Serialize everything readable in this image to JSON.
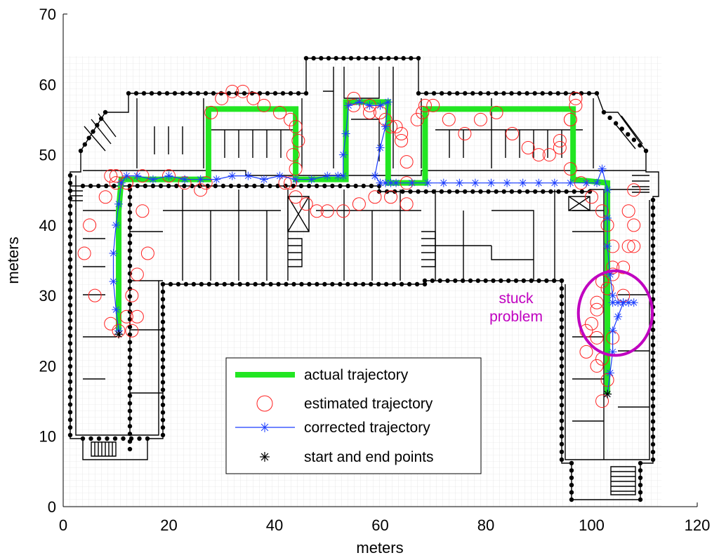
{
  "chart_data": {
    "type": "line",
    "title": "",
    "xlabel": "meters",
    "ylabel": "meters",
    "xlim": [
      0,
      120
    ],
    "ylim": [
      0,
      70
    ],
    "xticks": [
      0,
      20,
      40,
      60,
      80,
      100,
      120
    ],
    "yticks": [
      0,
      10,
      20,
      30,
      40,
      50,
      60,
      70
    ],
    "background": "building floor plan",
    "colors": {
      "actual": "#22e622",
      "estimated": "#ff2020",
      "corrected": "#1a3cff",
      "start_end": "#000000",
      "annotation": "#c000c0",
      "walls": "#000000"
    },
    "annotation": {
      "line1": "stuck",
      "line2": "problem",
      "ellipse_center": [
        104.5,
        27.5
      ],
      "ellipse_radii": [
        7,
        6
      ]
    },
    "legend": {
      "position": "bottom-center",
      "entries": [
        "actual trajectory",
        "estimated trajectory",
        "corrected trajectory",
        "start and end points"
      ]
    },
    "series": [
      {
        "name": "actual trajectory",
        "marker": "none",
        "x": [
          10.5,
          10.5,
          11,
          27.5,
          27.5,
          44,
          44,
          47,
          53.5,
          53.5,
          61.5,
          61.5,
          63,
          68.5,
          68.5,
          96.5,
          96.5,
          103,
          103,
          103
        ],
        "y": [
          25,
          42,
          46.5,
          46.5,
          56.5,
          56.5,
          46.5,
          46.5,
          46.5,
          57.5,
          57.5,
          46,
          46,
          46,
          56.5,
          56.5,
          46.5,
          46,
          30,
          16
        ]
      },
      {
        "name": "estimated trajectory",
        "marker": "circle",
        "x": [
          10.5,
          9,
          6,
          4,
          5,
          8,
          10,
          9,
          10,
          12,
          15,
          16,
          14,
          13,
          14,
          13,
          12,
          12,
          15,
          20,
          23,
          26,
          27,
          28,
          30,
          32,
          34,
          36,
          38,
          41,
          43,
          44,
          44.5,
          43.5,
          44,
          43,
          42,
          44,
          46,
          48,
          50,
          53,
          56,
          59,
          62,
          65,
          65,
          65,
          64,
          63,
          61,
          58,
          55,
          55,
          58,
          60,
          62,
          64,
          67,
          68,
          68.5,
          70,
          73,
          76,
          79,
          82,
          85,
          88,
          90,
          92,
          94,
          96,
          97,
          97,
          96,
          94,
          96,
          98,
          100,
          102,
          103,
          104,
          104,
          102,
          101,
          100,
          101,
          102,
          101,
          99,
          99,
          101,
          103,
          104,
          106,
          107,
          108,
          107,
          108,
          108,
          106,
          104,
          103,
          102
        ],
        "y": [
          25,
          26,
          30,
          36,
          40,
          44,
          46,
          47,
          47,
          46,
          42,
          36,
          33,
          30,
          27,
          25,
          27,
          46,
          47,
          47,
          46,
          45,
          46,
          56,
          58,
          59,
          59,
          58,
          57,
          56,
          55,
          54,
          52,
          50,
          48,
          46,
          46,
          44,
          43,
          42,
          42,
          42,
          43,
          44,
          44,
          43,
          46,
          49,
          52,
          54,
          55,
          56,
          57,
          58,
          57,
          56,
          54,
          53,
          55,
          56,
          57,
          57,
          55,
          53,
          55,
          56,
          53,
          51,
          50,
          50,
          52,
          55,
          58,
          57,
          55,
          51,
          48,
          46,
          44,
          42,
          40,
          37,
          34,
          32,
          29,
          26,
          24,
          21,
          20,
          22,
          25,
          28,
          31,
          33,
          34,
          37,
          40,
          42,
          45,
          37,
          30,
          24,
          18,
          15
        ]
      },
      {
        "name": "corrected trajectory",
        "marker": "asterisk",
        "x": [
          10.5,
          10,
          9.5,
          9.5,
          10,
          10.5,
          11,
          12,
          14,
          17,
          20,
          23,
          26,
          29,
          32,
          35,
          38,
          41,
          44,
          47,
          50,
          52,
          53,
          53,
          53.5,
          54,
          56,
          58,
          60,
          61.5,
          61,
          60,
          59,
          60,
          61,
          62,
          63,
          66,
          69,
          72,
          75,
          78,
          81,
          84,
          87,
          90,
          93,
          96,
          99,
          101,
          102,
          103,
          103,
          103,
          103.5,
          104,
          104,
          105,
          106,
          107,
          108,
          106,
          105,
          104,
          104,
          103.5,
          103
        ],
        "y": [
          25,
          28,
          32,
          36,
          40,
          43,
          46,
          47,
          47,
          46.5,
          47,
          46.5,
          46.5,
          46.5,
          47,
          47,
          46.5,
          47,
          46.5,
          46.5,
          47,
          47,
          47,
          50,
          53,
          57,
          57.5,
          57,
          57,
          57.5,
          54,
          51,
          47,
          46,
          46,
          46,
          46,
          46,
          46,
          46,
          46,
          46,
          46,
          46,
          46,
          46,
          46,
          46,
          46,
          46,
          48,
          45,
          41,
          37,
          33,
          30,
          29,
          29,
          29,
          29,
          29,
          29,
          27,
          25,
          22,
          19,
          16
        ]
      },
      {
        "name": "start and end points",
        "marker": "asterisk",
        "x": [
          10.5,
          103
        ],
        "y": [
          24.5,
          16
        ]
      }
    ]
  }
}
